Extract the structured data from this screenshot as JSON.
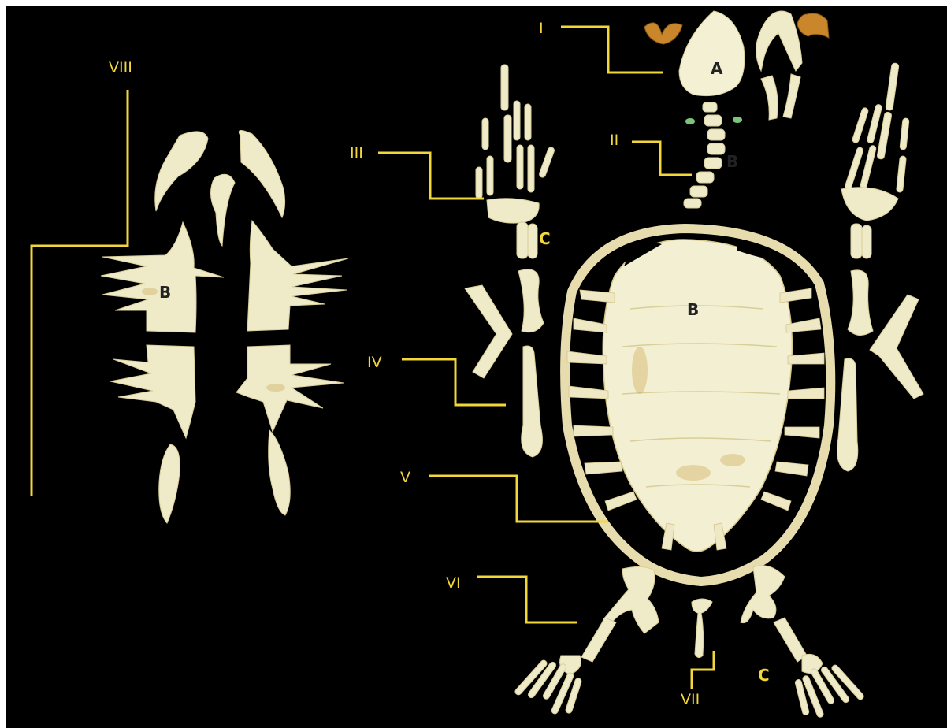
{
  "colors": {
    "background": "#000000",
    "label_yellow": "#f2d63a",
    "bone": "#efeac8",
    "beak": "#c9862a"
  },
  "labels": {
    "roman": {
      "i": "I",
      "ii": "II",
      "iii": "III",
      "iv": "IV",
      "v": "V",
      "vi": "VI",
      "vii": "VII",
      "viii": "VIII"
    },
    "letters": {
      "skull": "A",
      "neck": "B",
      "carapace": "B",
      "plastron": "B",
      "forelimb": "C",
      "hindlimb": "C"
    }
  }
}
